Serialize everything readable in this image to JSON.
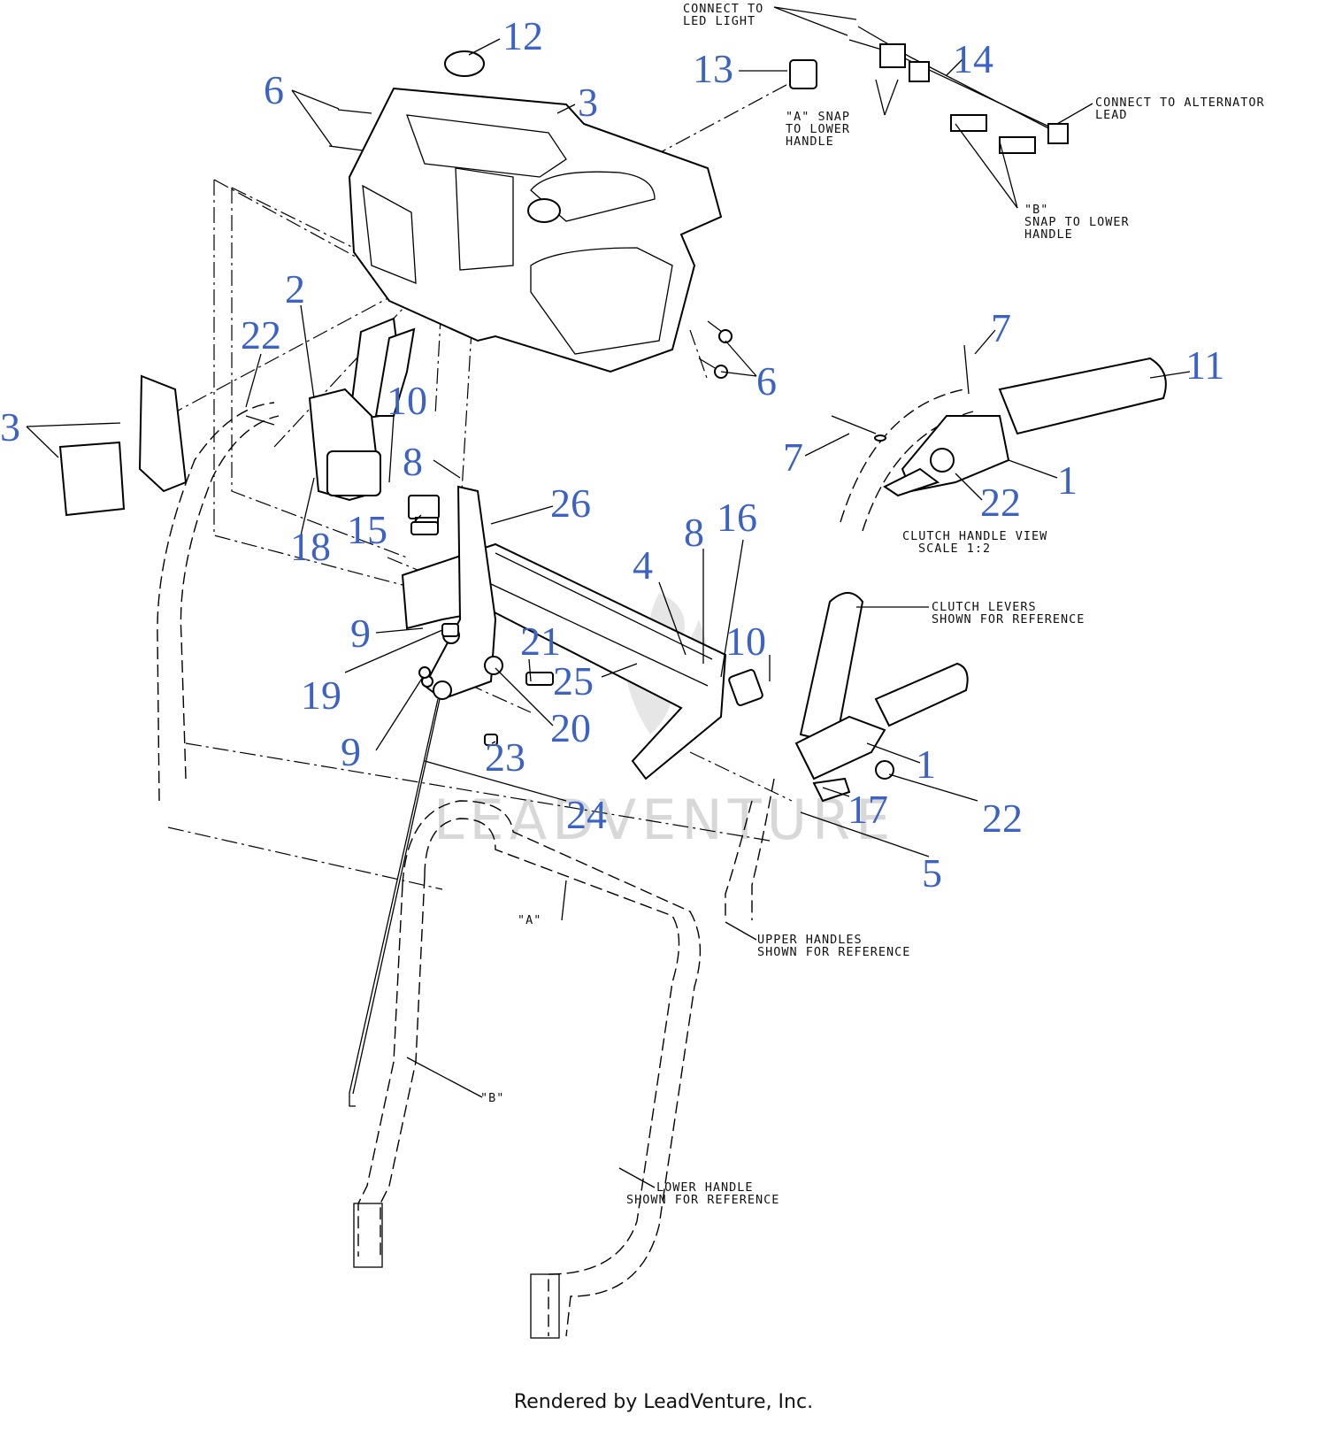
{
  "diagram": {
    "callouts": [
      "12",
      "3",
      "6",
      "13",
      "14",
      "2",
      "22",
      "10",
      "3",
      "8",
      "15",
      "18",
      "26",
      "7",
      "11",
      "7",
      "1",
      "22",
      "6",
      "4",
      "8",
      "16",
      "9",
      "21",
      "10",
      "19",
      "25",
      "20",
      "9",
      "23",
      "1",
      "24",
      "17",
      "22",
      "5"
    ],
    "notes": {
      "led_light": [
        "CONNECT TO",
        "LED LIGHT"
      ],
      "snap_a": [
        "\"A\" SNAP",
        "TO LOWER",
        "HANDLE"
      ],
      "alternator": [
        "CONNECT TO ALTERNATOR",
        "LEAD"
      ],
      "snap_b": [
        "\"B\"",
        "SNAP TO LOWER",
        "HANDLE"
      ],
      "clutch_view": [
        "CLUTCH HANDLE VIEW",
        "SCALE 1:2"
      ],
      "clutch_levers": [
        "CLUTCH LEVERS",
        "SHOWN FOR REFERENCE"
      ],
      "upper_handles": [
        "UPPER HANDLES",
        "SHOWN FOR REFERENCE"
      ],
      "lower_handle": [
        "LOWER HANDLE",
        "SHOWN FOR REFERENCE"
      ],
      "ref_a": "\"A\"",
      "ref_b": "\"B\""
    },
    "watermark": "LEADVENTURE"
  },
  "footer": "Rendered by LeadVenture, Inc.",
  "colors": {
    "callout": "#3b62c4",
    "line": "#000000",
    "watermark": "#d8d8d8"
  }
}
